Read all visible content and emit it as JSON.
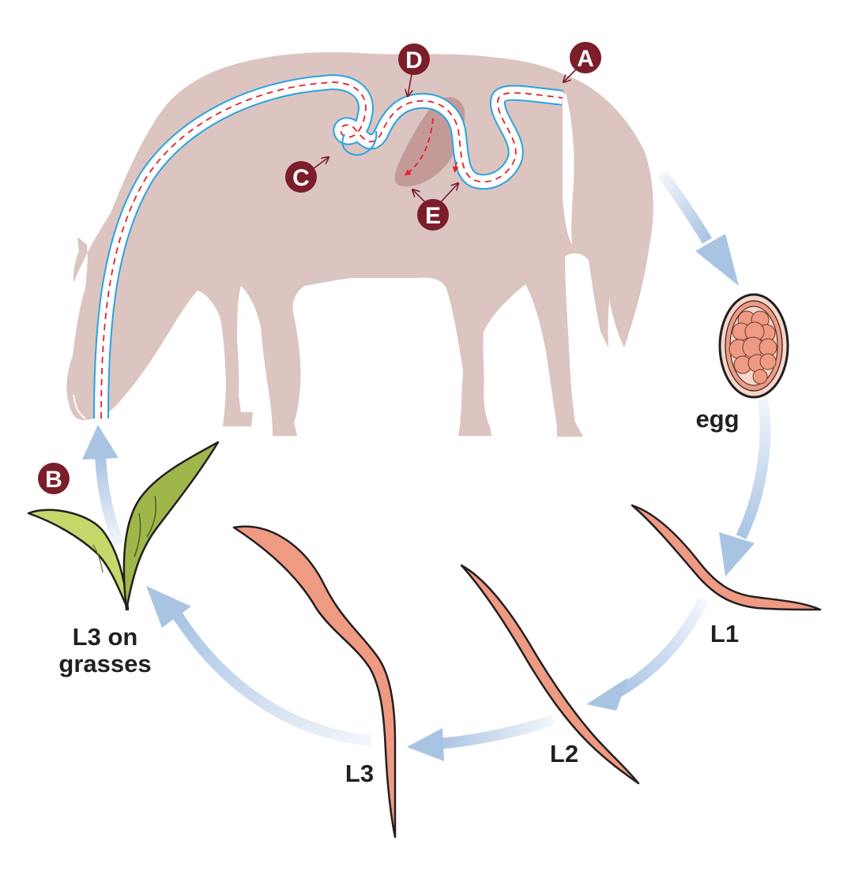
{
  "stage_labels": {
    "egg": "egg",
    "l1": "L1",
    "l2": "L2",
    "l3": "L3",
    "l3_grasses_line1": "L3 on",
    "l3_grasses_line2": "grasses"
  },
  "markers": {
    "a": "A",
    "b": "B",
    "c": "C",
    "d": "D",
    "e": "E"
  },
  "colors": {
    "horse": "#dcc4c1",
    "tract_outline": "#2aa3df",
    "migration_path": "#e42127",
    "badge": "#7b1d2b",
    "larva": "#ef9a83",
    "larva_outline": "#231f20",
    "cycle_arrow": "#a9c4e3",
    "grass_light": "#c4d96a",
    "grass_dark": "#8ca23e"
  }
}
